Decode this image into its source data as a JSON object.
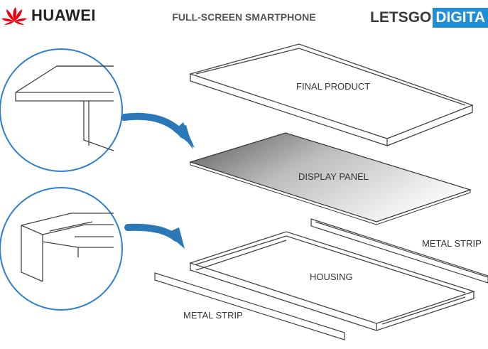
{
  "header": {
    "brand": "HUAWEI",
    "title": "FULL-SCREEN SMARTPHONE",
    "source_logo": {
      "part1": "LETSGO",
      "part2": "DIGITA"
    }
  },
  "labels": {
    "final_product": "FINAL PRODUCT",
    "display_panel": "DISPLAY PANEL",
    "housing": "HOUSING",
    "metal_strip_right": "METAL STRIP",
    "metal_strip_left": "METAL STRIP"
  },
  "colors": {
    "huawei_red": "#e60012",
    "logo_blue": "#1e8fd6",
    "arrow_blue": "#2b78b8",
    "circle_blue": "#2f7fd0"
  }
}
